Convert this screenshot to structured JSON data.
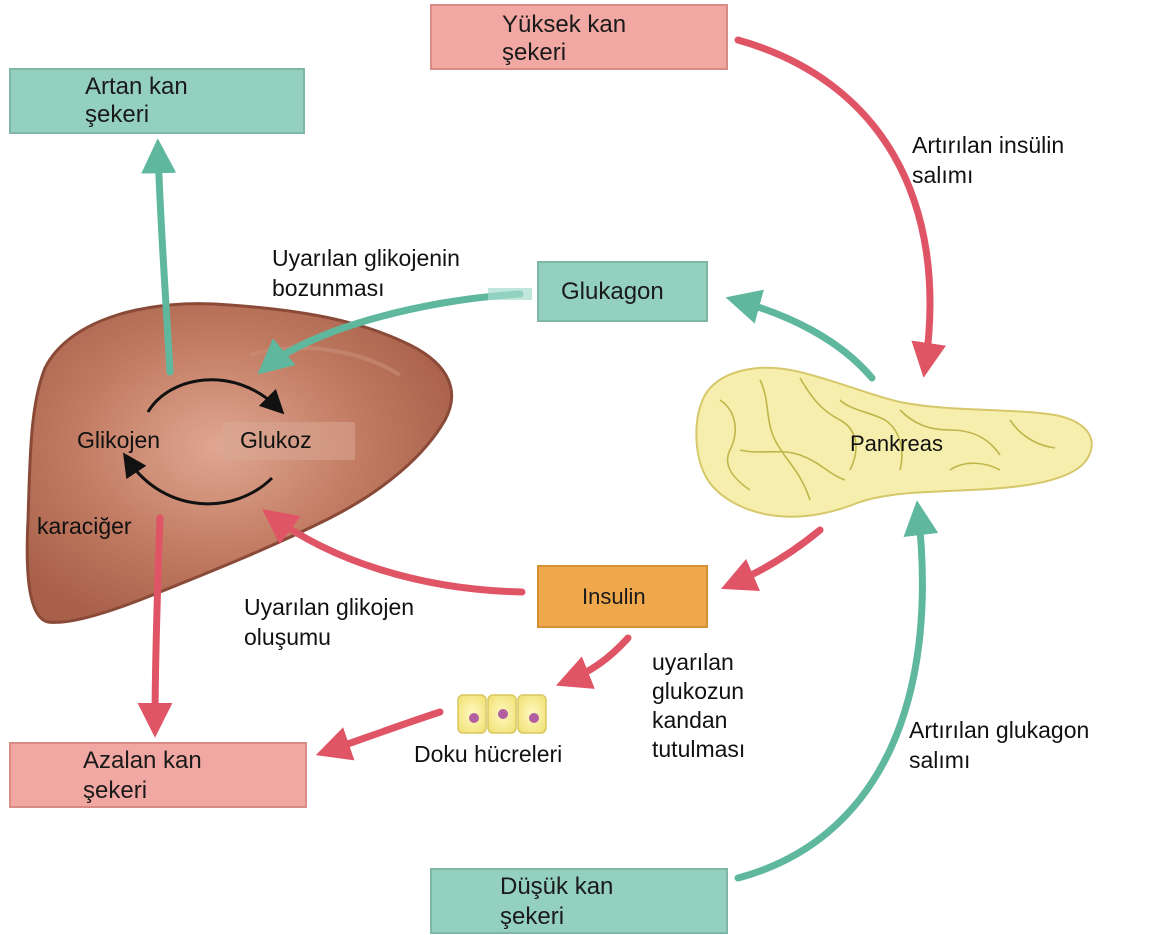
{
  "boxes": {
    "high_blood_sugar": [
      "Yüksek kan",
      "şekeri"
    ],
    "increased_blood_sugar": [
      "Artan kan",
      "şekeri"
    ],
    "decreased_blood_sugar": [
      "Azalan kan",
      "şekeri"
    ],
    "low_blood_sugar": [
      "Düşük  kan",
      "şekeri"
    ],
    "glucagon": "Glukagon",
    "insulin": "Insulin"
  },
  "labels": {
    "insulin_release": [
      "Artırılan insülin",
      "salımı"
    ],
    "glucagon_release": [
      "Artırılan glukagon",
      "salımı"
    ],
    "glycogen_breakdown": [
      "Uyarılan glikojenin",
      "bozunması"
    ],
    "glycogen_formation": [
      "Uyarılan glikojen",
      "oluşumu"
    ],
    "glucose_uptake": [
      "uyarılan",
      "glukozun",
      "kandan",
      "tutulması"
    ],
    "tissue_cells": "Doku hücreleri",
    "glycogen": "Glikojen",
    "glucose": "Glukoz",
    "liver": "karaciğer",
    "pancreas": "Pankreas"
  },
  "colors": {
    "insulin_arrow": "#e05566",
    "glucagon_arrow": "#5fb89e",
    "green_box": "#93d0bf",
    "pink_box": "#f2a8a2",
    "insulin_box": "#efa84c",
    "liver": "#b8705a",
    "pancreas": "#f6eeac"
  },
  "icons": [
    "liver-illustration",
    "pancreas-illustration",
    "tissue-cells-illustration",
    "cycle-arrows"
  ]
}
